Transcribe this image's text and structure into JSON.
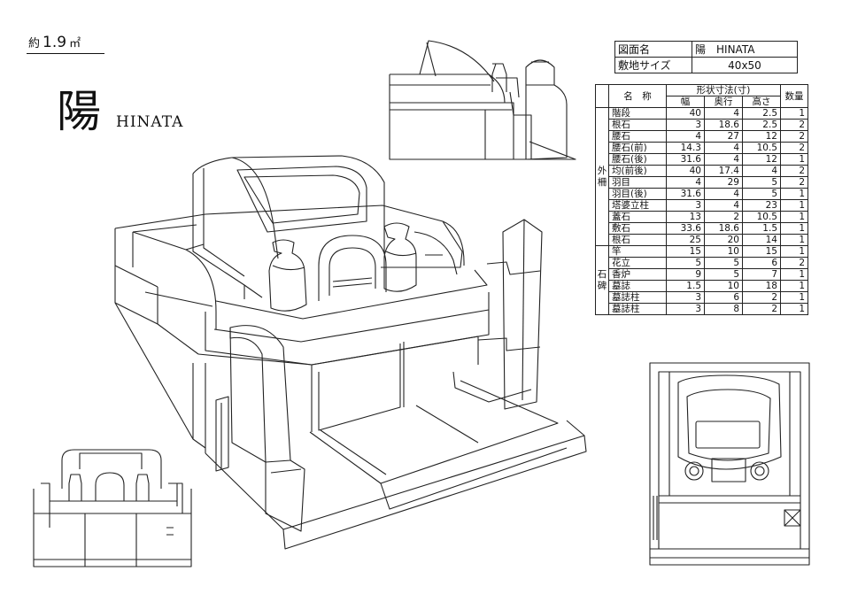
{
  "header": {
    "area_prefix": "約",
    "area_value": "1.9",
    "area_unit": "㎡",
    "name_kanji": "陽",
    "name_roman": "HINATA"
  },
  "title_block": {
    "rows": [
      {
        "label": "図面名",
        "value": "陽　HINATA"
      },
      {
        "label": "敷地サイズ",
        "value": "40x50"
      }
    ]
  },
  "spec_table": {
    "header_group": "形状寸法(寸)",
    "col_name": "名　称",
    "col_width": "幅",
    "col_depth": "奥行",
    "col_height": "高さ",
    "col_qty": "数量",
    "groups": [
      {
        "label": [
          "外",
          "柵"
        ],
        "rows": [
          {
            "name": "階段",
            "w": "40",
            "d": "4",
            "h": "2.5",
            "q": "1"
          },
          {
            "name": "根石",
            "w": "3",
            "d": "18.6",
            "h": "2.5",
            "q": "2"
          },
          {
            "name": "腰石",
            "w": "4",
            "d": "27",
            "h": "12",
            "q": "2"
          },
          {
            "name": "腰石(前)",
            "w": "14.3",
            "d": "4",
            "h": "10.5",
            "q": "2"
          },
          {
            "name": "腰石(後)",
            "w": "31.6",
            "d": "4",
            "h": "12",
            "q": "1"
          },
          {
            "name": "均(前後)",
            "w": "40",
            "d": "17.4",
            "h": "4",
            "q": "2"
          },
          {
            "name": "羽目",
            "w": "4",
            "d": "29",
            "h": "5",
            "q": "2"
          },
          {
            "name": "羽目(後)",
            "w": "31.6",
            "d": "4",
            "h": "5",
            "q": "1"
          },
          {
            "name": "塔婆立柱",
            "w": "3",
            "d": "4",
            "h": "23",
            "q": "1"
          },
          {
            "name": "蓋石",
            "w": "13",
            "d": "2",
            "h": "10.5",
            "q": "1"
          },
          {
            "name": "敷石",
            "w": "33.6",
            "d": "18.6",
            "h": "1.5",
            "q": "1"
          },
          {
            "name": "根石",
            "w": "25",
            "d": "20",
            "h": "14",
            "q": "1"
          }
        ]
      },
      {
        "label": [
          "石",
          "碑"
        ],
        "rows": [
          {
            "name": "竿",
            "w": "15",
            "d": "10",
            "h": "15",
            "q": "1"
          },
          {
            "name": "花立",
            "w": "5",
            "d": "5",
            "h": "6",
            "q": "2"
          },
          {
            "name": "香炉",
            "w": "9",
            "d": "5",
            "h": "7",
            "q": "1"
          },
          {
            "name": "墓誌",
            "w": "1.5",
            "d": "10",
            "h": "18",
            "q": "1"
          },
          {
            "name": "墓誌柱",
            "w": "3",
            "d": "6",
            "h": "2",
            "q": "1"
          },
          {
            "name": "墓誌柱",
            "w": "3",
            "d": "8",
            "h": "2",
            "q": "1"
          }
        ]
      }
    ]
  },
  "colors": {
    "line": "#222222",
    "paper": "#ffffff"
  }
}
